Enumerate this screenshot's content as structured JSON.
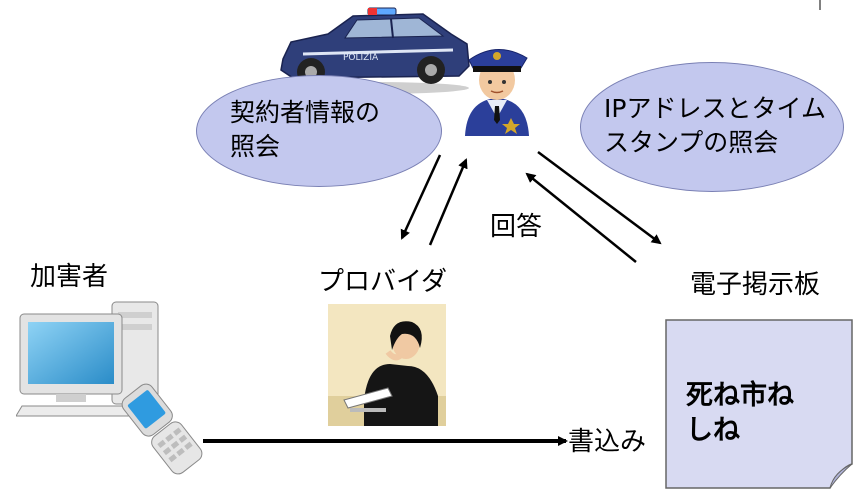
{
  "nodes": {
    "police_query_left": "契約者情報の\n照会",
    "police_query_right": "IPアドレスとタイム\nスタンプの照会",
    "answer": "回答",
    "provider": "プロバイダ",
    "bbs": "電子掲示板",
    "attacker": "加害者",
    "write": "書込み"
  },
  "board": {
    "message": "死ね市ね\nしね"
  },
  "icons": {
    "police_car": "police-car-icon",
    "police_officer": "police-officer-icon",
    "provider_person": "office-worker-icon",
    "computer": "desktop-computer-icon",
    "phone": "flip-phone-icon"
  },
  "colors": {
    "bubble_fill": "#c3c8ee",
    "bubble_stroke": "#7a80b4",
    "car_body": "#2f3f7a",
    "officer_blue": "#2b3f9a",
    "provider_bg": "#f3e6c0",
    "board_fill": "#d8daf2"
  }
}
